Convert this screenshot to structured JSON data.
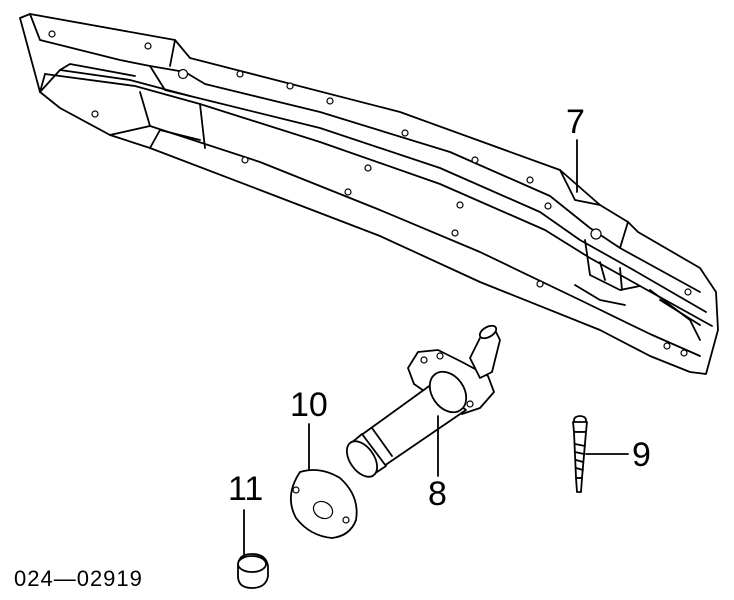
{
  "callouts": {
    "bumper_beam": "7",
    "tow_hook_tube": "8",
    "bolt": "9",
    "gasket": "10",
    "plug": "11"
  },
  "diagram_code": "024—02919"
}
